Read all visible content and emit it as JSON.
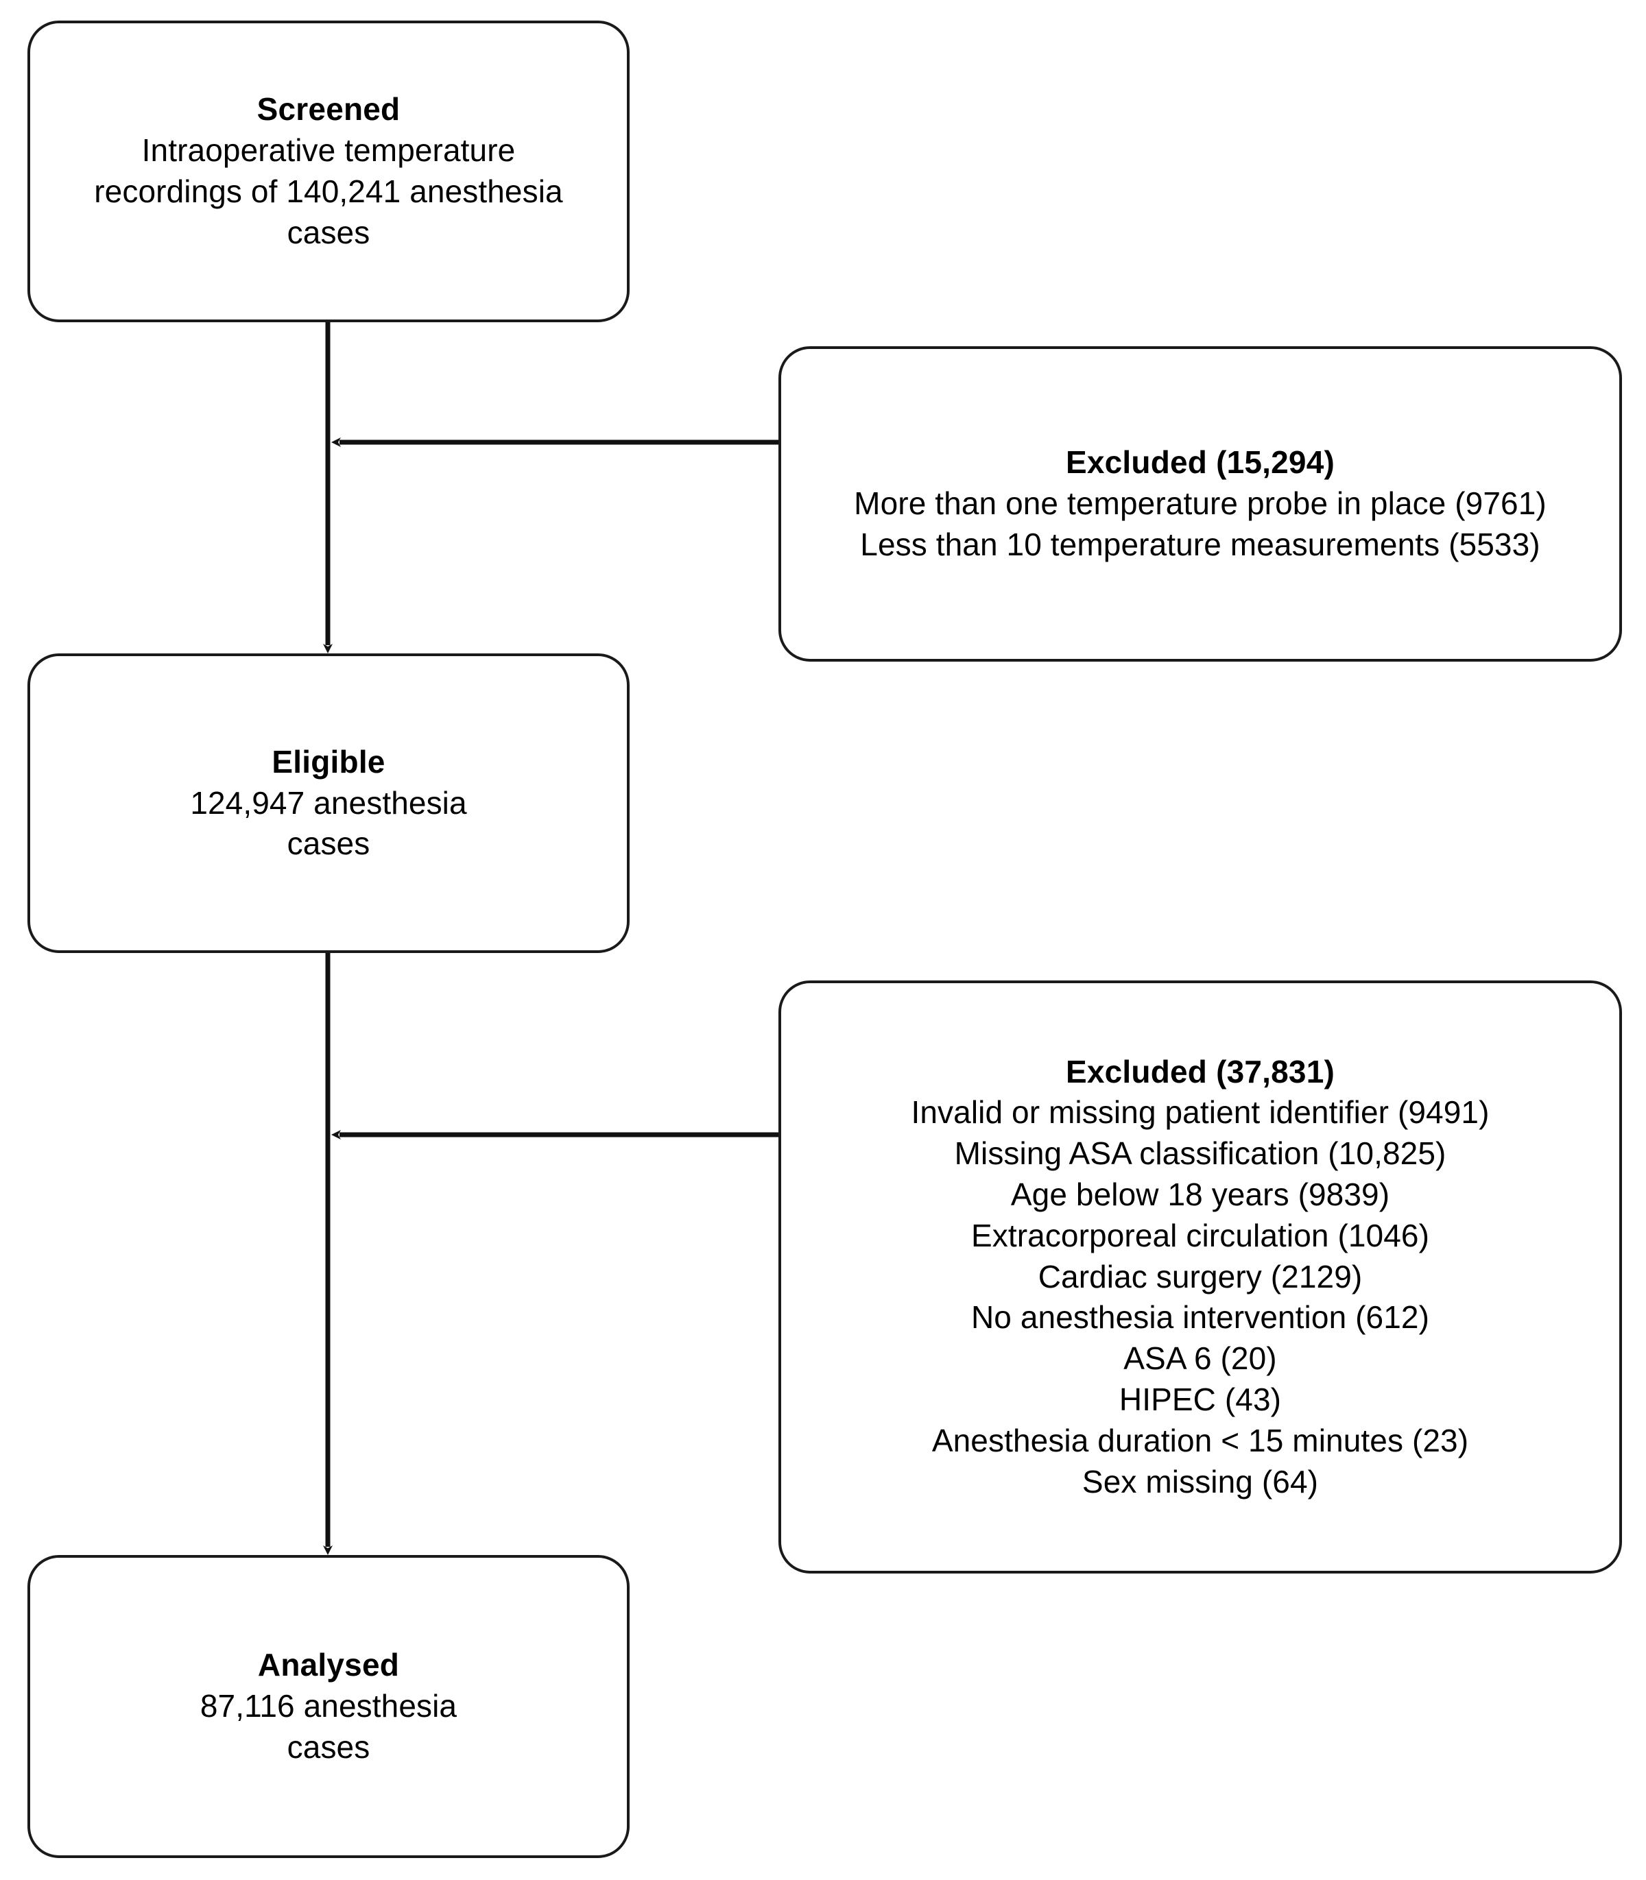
{
  "diagram": {
    "type": "consort-flow-diagram",
    "stroke_color": "#1a1a1a",
    "background_color": "#ffffff",
    "nodes": [
      {
        "id": "screened",
        "title": "Screened",
        "lines": [
          "Intraoperative temperature",
          "recordings of 140,241 anesthesia",
          "cases"
        ],
        "count": 140241
      },
      {
        "id": "excluded_1",
        "title": "Excluded (15,294)",
        "lines": [
          "More than one temperature probe in place (9761)",
          "Less than 10 temperature measurements (5533)"
        ],
        "count": 15294
      },
      {
        "id": "eligible",
        "title": "Eligible",
        "lines": [
          "124,947 anesthesia",
          "cases"
        ],
        "count": 124947
      },
      {
        "id": "excluded_2",
        "title": "Excluded (37,831)",
        "lines": [
          "Invalid or missing patient identifier (9491)",
          "Missing ASA classification (10,825)",
          "Age below 18 years (9839)",
          "Extracorporeal circulation (1046)",
          "Cardiac surgery (2129)",
          "No anesthesia intervention (612)",
          "ASA 6 (20)",
          "HIPEC (43)",
          "Anesthesia duration < 15 minutes (23)",
          "Sex missing (64)"
        ],
        "count": 37831
      },
      {
        "id": "analysed",
        "title": "Analysed",
        "lines": [
          "87,116 anesthesia",
          "cases"
        ],
        "count": 87116
      }
    ],
    "edges": [
      {
        "id": "screened-to-eligible",
        "from": "screened",
        "to": "eligible",
        "direction": "down"
      },
      {
        "id": "excluded1-to-main",
        "from": "excluded_1",
        "to": "screened-eligible-trunk",
        "direction": "left"
      },
      {
        "id": "eligible-to-analysed",
        "from": "eligible",
        "to": "analysed",
        "direction": "down"
      },
      {
        "id": "excluded2-to-main",
        "from": "excluded_2",
        "to": "eligible-analysed-trunk",
        "direction": "left"
      }
    ]
  }
}
